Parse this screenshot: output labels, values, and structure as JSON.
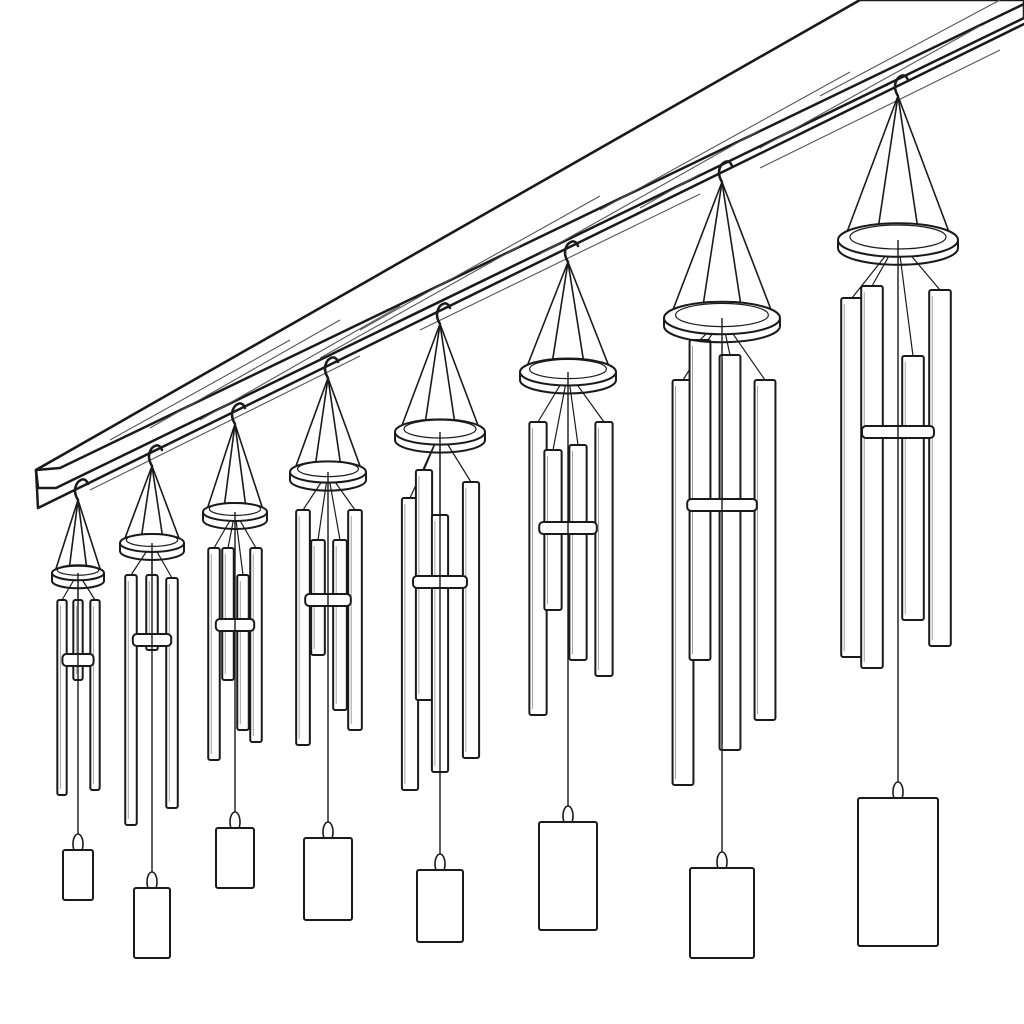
{
  "scene": {
    "subject": "wind-chimes-on-wooden-beam",
    "style": "line-art",
    "background_color": "#ffffff",
    "ink_color": "#1a1a1a"
  },
  "chimes": [
    {
      "id": 1,
      "tube_count": 3,
      "relative_size": 0.52
    },
    {
      "id": 2,
      "tube_count": 3,
      "relative_size": 0.6
    },
    {
      "id": 3,
      "tube_count": 4,
      "relative_size": 0.66
    },
    {
      "id": 4,
      "tube_count": 4,
      "relative_size": 0.74
    },
    {
      "id": 5,
      "tube_count": 4,
      "relative_size": 0.82
    },
    {
      "id": 6,
      "tube_count": 4,
      "relative_size": 0.88
    },
    {
      "id": 7,
      "tube_count": 4,
      "relative_size": 0.96
    },
    {
      "id": 8,
      "tube_count": 4,
      "relative_size": 1.0
    }
  ]
}
